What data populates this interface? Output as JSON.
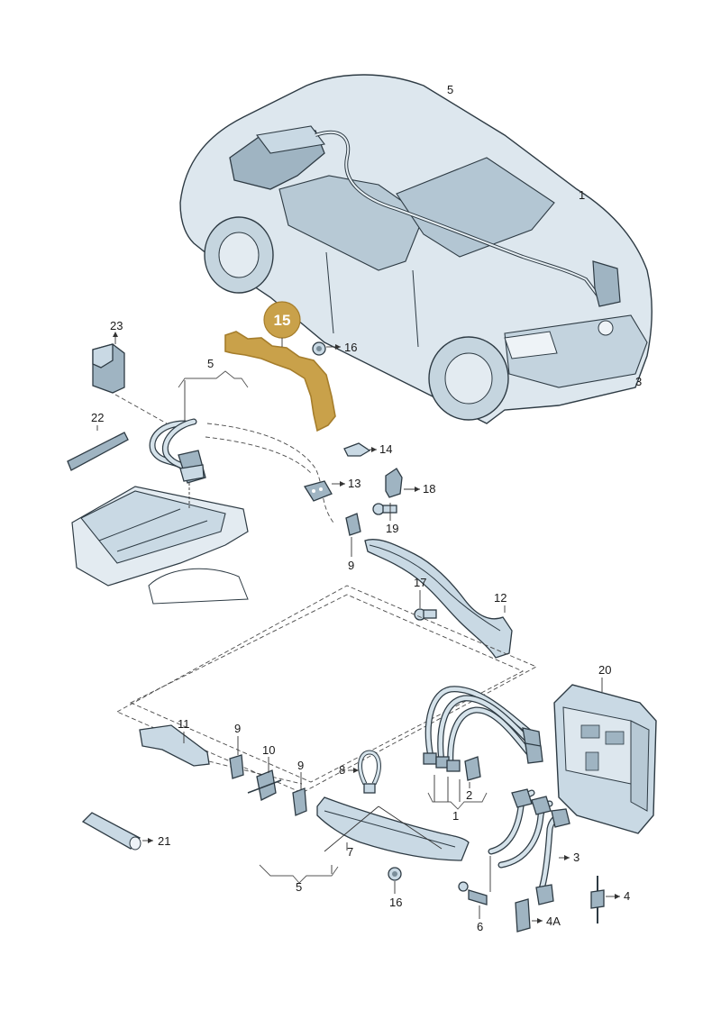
{
  "diagram": {
    "highlight": {
      "label": "15",
      "color": "#c9a14a",
      "outline": "#a57d2b"
    },
    "callouts": {
      "c1": "1",
      "c2": "2",
      "c3": "3",
      "c3b": "3",
      "c4": "4",
      "c4a": "4A",
      "c5a": "5",
      "c5b": "5",
      "c5c": "5",
      "c6": "6",
      "c7": "7",
      "c8": "8",
      "c9a": "9",
      "c9b": "9",
      "c9c": "9",
      "c10": "10",
      "c11": "11",
      "c12": "12",
      "c13": "13",
      "c14": "14",
      "c16a": "16",
      "c16b": "16",
      "c17": "17",
      "c18": "18",
      "c19": "19",
      "c20": "20",
      "c21": "21",
      "c22": "22",
      "c23": "23"
    },
    "colors": {
      "part_fill": "#c9d9e4",
      "outline": "#2e3b44",
      "car_fill": "#dde7ee"
    }
  }
}
